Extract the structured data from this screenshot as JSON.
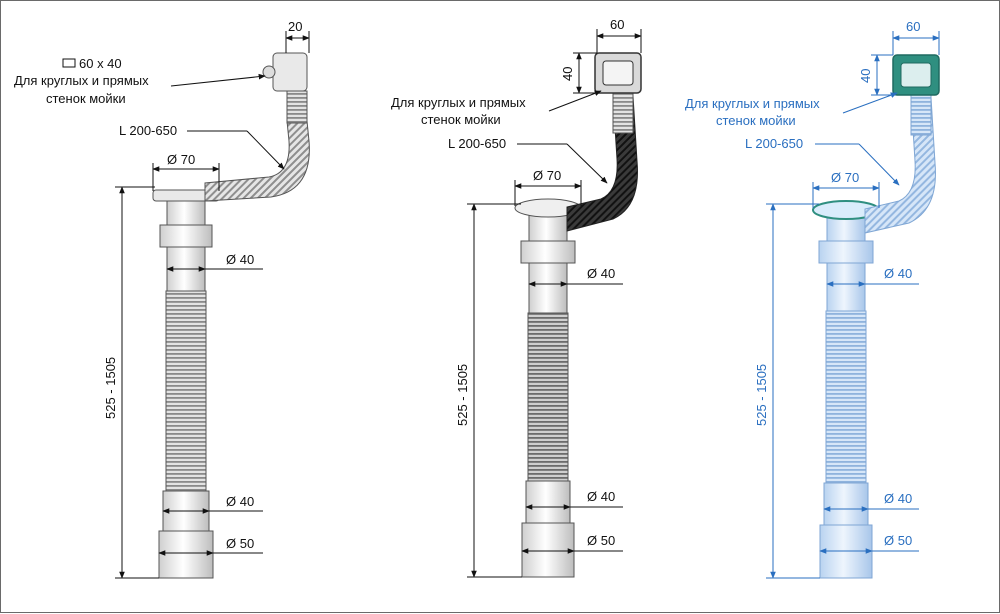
{
  "colors": {
    "ink": "#111111",
    "blue": "#2a6fc0",
    "mesh_gray": "#bdbdbd",
    "mesh_dark": "#2b2b2b",
    "mesh_blue": "#b5d1ef",
    "teal": "#2f8f80"
  },
  "panels": [
    {
      "size_note": "60 x 40",
      "top_dim": "20",
      "side_dim": "",
      "desc_line1": "Для круглых и прямых",
      "desc_line2": "стенок мойки",
      "length_label": "L 200-650",
      "flange_dim": "Ø 70",
      "d40_top": "Ø 40",
      "d40_bottom": "Ø 40",
      "d50": "Ø 50",
      "height_dim": "525 - 1505"
    },
    {
      "size_note": "",
      "top_dim": "60",
      "side_dim": "40",
      "desc_line1": "Для круглых и прямых",
      "desc_line2": "стенок мойки",
      "length_label": "L 200-650",
      "flange_dim": "Ø 70",
      "d40_top": "Ø 40",
      "d40_bottom": "Ø 40",
      "d50": "Ø 50",
      "height_dim": "525 - 1505"
    },
    {
      "size_note": "",
      "top_dim": "60",
      "side_dim": "40",
      "desc_line1": "Для круглых и прямых",
      "desc_line2": "стенок мойки",
      "length_label": "L 200-650",
      "flange_dim": "Ø 70",
      "d40_top": "Ø 40",
      "d40_bottom": "Ø 40",
      "d50": "Ø 50",
      "height_dim": "525 - 1505"
    }
  ]
}
